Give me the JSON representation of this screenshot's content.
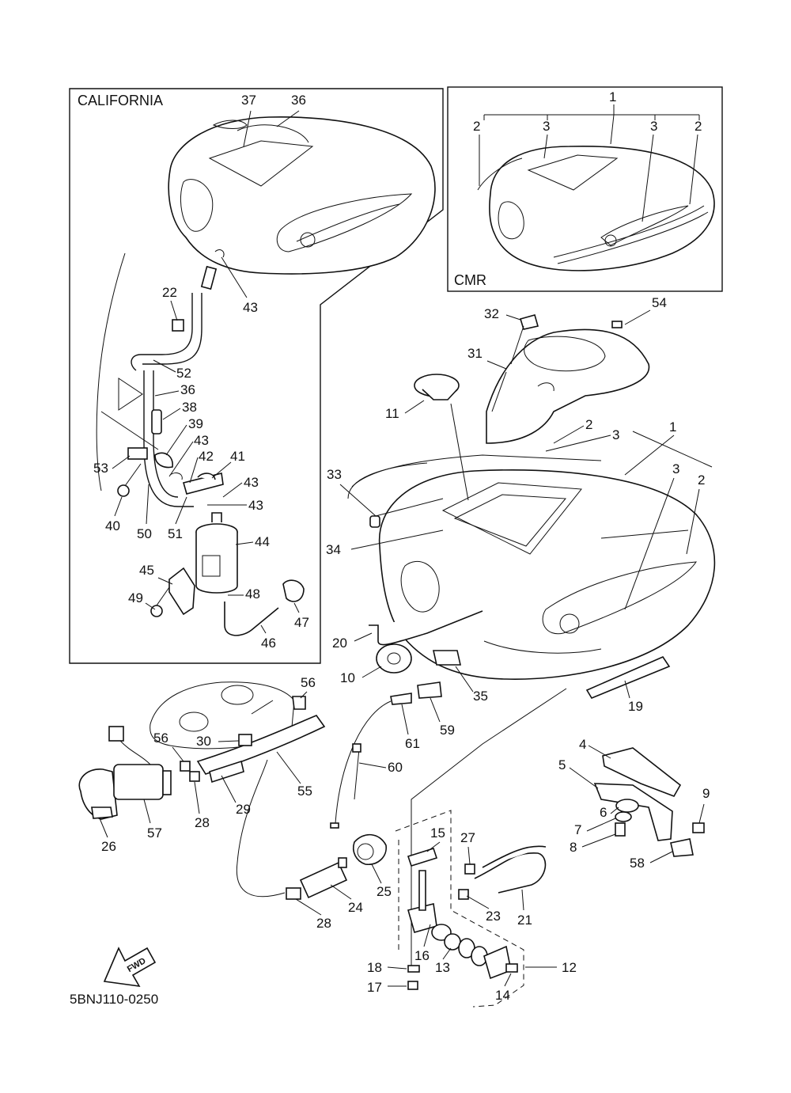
{
  "diagram": {
    "code": "5BNJ110-0250",
    "fwd_label": "FWD",
    "insets": {
      "california": "CALIFORNIA",
      "cmr": "CMR"
    },
    "callouts": {
      "c37": "37",
      "c36a": "36",
      "c22": "22",
      "c43a": "43",
      "c52": "52",
      "c36b": "36",
      "c38": "38",
      "c39": "39",
      "c43b": "43",
      "c53": "53",
      "c42": "42",
      "c41": "41",
      "c43c": "43",
      "c43d": "43",
      "c40": "40",
      "c50": "50",
      "c51": "51",
      "c44": "44",
      "c45": "45",
      "c49": "49",
      "c48": "48",
      "c47": "47",
      "c46": "46",
      "m1": "1",
      "m2a": "2",
      "m3a": "3",
      "m3b": "3",
      "m2b": "2",
      "c32": "32",
      "c54": "54",
      "c31": "31",
      "c11": "11",
      "c2": "2",
      "c3": "3",
      "c1": "1",
      "c33": "33",
      "c3b": "3",
      "c2b": "2",
      "c34": "34",
      "c20": "20",
      "c10": "10",
      "c35": "35",
      "c19": "19",
      "c56a": "56",
      "c30": "30",
      "c56b": "56",
      "c55": "55",
      "c28a": "28",
      "c29": "29",
      "c26": "26",
      "c57": "57",
      "c61": "61",
      "c59": "59",
      "c60": "60",
      "c4": "4",
      "c5": "5",
      "c6": "6",
      "c7": "7",
      "c9": "9",
      "c8": "8",
      "c58": "58",
      "c15": "15",
      "c27": "27",
      "c25": "25",
      "c24": "24",
      "c21": "21",
      "c23": "23",
      "c28b": "28",
      "c16": "16",
      "c13": "13",
      "c18": "18",
      "c12": "12",
      "c17": "17",
      "c14": "14"
    }
  }
}
